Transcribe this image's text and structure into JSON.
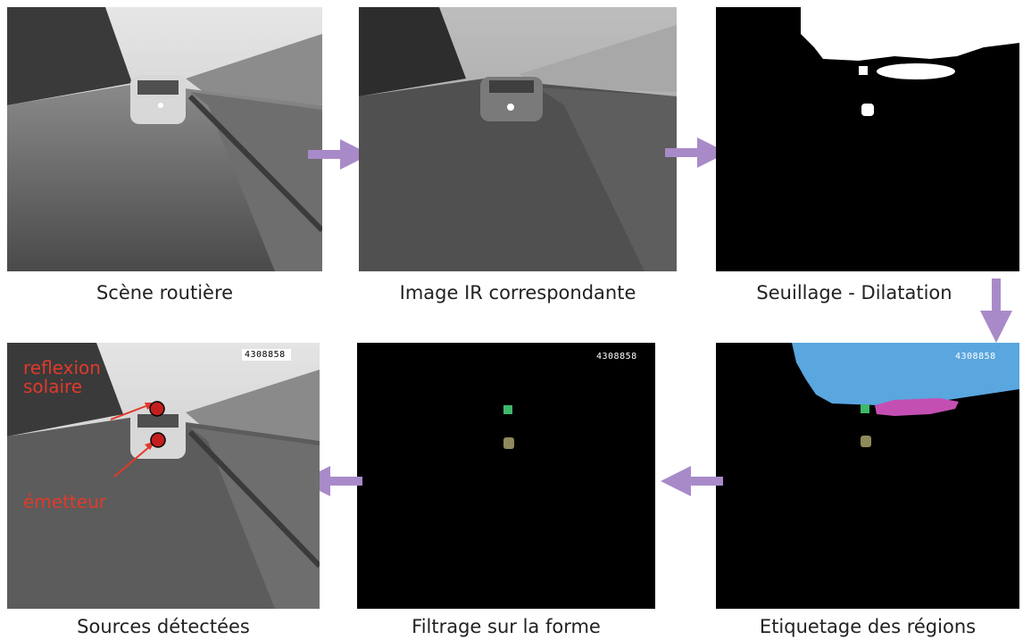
{
  "captions": {
    "scene": "Scène routière",
    "ir": "Image IR correspondante",
    "threshold": "Seuillage - Dilatation",
    "detected": "Sources détectées",
    "filter": "Filtrage sur la forme",
    "labeling": "Etiquetage des régions"
  },
  "stamps": {
    "filter": "4308858",
    "labeling": "4308858",
    "detected": "4308858"
  },
  "annotations": {
    "reflection_line1": "reflexion",
    "reflection_line2": "solaire",
    "emitter": "émetteur"
  },
  "colors": {
    "arrow": "#a98ac8",
    "annotation": "#e03a2a",
    "label_sky": "#5aa6df",
    "label_reflection": "#c44fb3",
    "label_green": "#3fb86a",
    "label_olive": "#8f8a5c"
  }
}
